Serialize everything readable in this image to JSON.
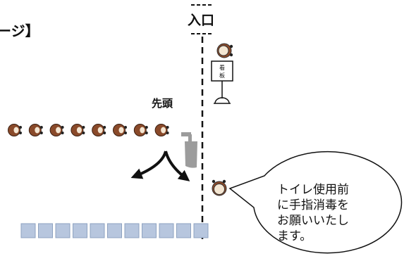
{
  "title_fragment": "ージ】",
  "entrance_label": "入口",
  "head_label": "先頭",
  "signboard_label": "看板",
  "callout_lines": [
    "トイレ使用前",
    "に手指消毒を",
    "お願いいたし",
    "ます。"
  ],
  "queue_person_count": 8,
  "floor_tile_count": 11,
  "colors": {
    "person_body": "#8a4a2a",
    "person_face": "#f4e6d2",
    "tile_fill": "#b7c6de",
    "tile_stroke": "#8ea2c0",
    "dispenser": "#9c9c9c",
    "line": "#111111"
  },
  "icons": [
    "queue-person-icon",
    "staff-person-icon",
    "signboard-icon",
    "hand-sanitizer-icon",
    "double-arrow-icon"
  ]
}
